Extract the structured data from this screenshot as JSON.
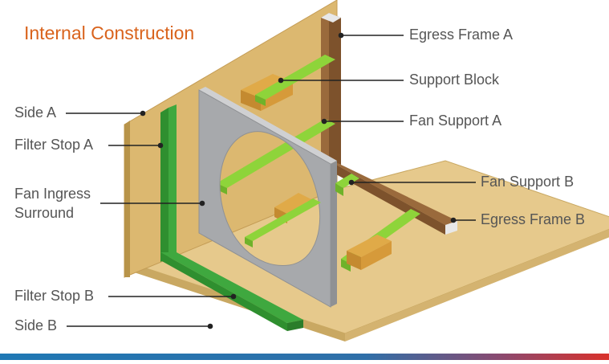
{
  "title": "Internal Construction",
  "labels": {
    "side_a": "Side A",
    "filter_stop_a": "Filter Stop A",
    "fan_ingress_line1": "Fan Ingress",
    "fan_ingress_line2": "Surround",
    "filter_stop_b": "Filter Stop B",
    "side_b": "Side B",
    "egress_frame_a": "Egress Frame A",
    "support_block": "Support Block",
    "fan_support_a": "Fan Support A",
    "fan_support_b": "Fan Support B",
    "egress_frame_b": "Egress Frame B"
  },
  "colors": {
    "title": "#d9631c",
    "label_text": "#555555",
    "leader_line": "#222222",
    "panel": "#dcb870",
    "panel_edge": "#b8944a",
    "floor": "#e6c98c",
    "filter_stop": "#3a9a3a",
    "surround": "#a7a9ac",
    "fan_support": "#8ed43a",
    "support_block": "#d9a040",
    "egress_frame": "#9a6a3c",
    "bar_left": "#1f78b4",
    "bar_right": "#d9312b"
  }
}
